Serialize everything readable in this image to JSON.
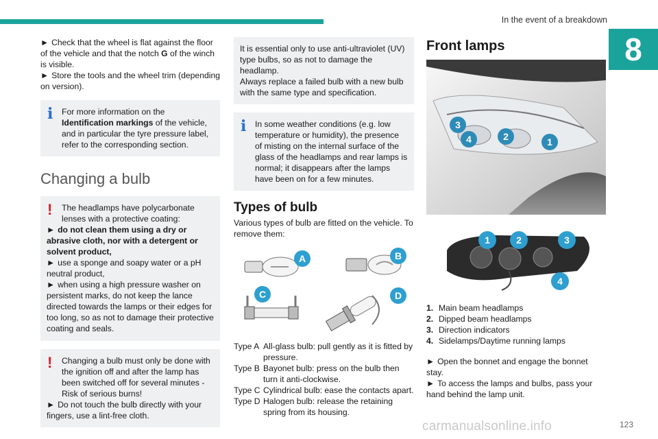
{
  "header": {
    "section_title": "In the event of a breakdown",
    "chapter_number": "8",
    "accent_color": "#1aa39a"
  },
  "col1": {
    "bullet1_pre": "Check that the wheel is flat against the floor of the vehicle and that the notch ",
    "bullet1_bold": "G",
    "bullet1_post": " of the winch is visible.",
    "bullet2": "Store the tools and the wheel trim (depending on version).",
    "arrow_glyph": "►",
    "info1_pre": "For more information on the ",
    "info1_bold": "Identification markings",
    "info1_post": " of the vehicle, and in particular the tyre pressure label, refer to the corresponding section.",
    "heading": "Changing a bulb",
    "warn1_line1": "The headlamps have polycarbonate lenses with a protective coating:",
    "warn1_bold": "do not clean them using a dry or abrasive cloth, nor with a detergent or solvent product,",
    "warn1_b2": "use a sponge and soapy water or a pH neutral product,",
    "warn1_b3": "when using a high pressure washer on persistent marks, do not keep the lance directed towards the lamps or their edges for too long, so as not to damage their protective coating and seals.",
    "warn2_line1": "Changing a bulb must only be done with the ignition off and after the lamp has been switched off for several minutes - Risk of serious burns!",
    "warn2_b1": "Do not touch the bulb directly with your fingers, use a lint-free cloth."
  },
  "col2": {
    "intro_box": "It is essential only to use anti-ultraviolet (UV) type bulbs, so as not to damage the headlamp.\nAlways replace a failed bulb with a new bulb with the same type and specification.",
    "info_box": "In some weather conditions (e.g. low temperature or humidity), the presence of misting on the internal surface of the glass of the headlamps and rear lamps is normal; it disappears after the lamps have been on for a few minutes.",
    "heading": "Types of bulb",
    "intro": "Various types of bulb are fitted on the vehicle. To remove them:",
    "bulb_labels": [
      "A",
      "B",
      "C",
      "D"
    ],
    "types": [
      {
        "key": "Type A",
        "text": "All-glass bulb: pull gently as it is fitted by pressure."
      },
      {
        "key": "Type B",
        "text": "Bayonet bulb: press on the bulb then turn it anti-clockwise."
      },
      {
        "key": "Type C",
        "text": "Cylindrical bulb: ease the contacts apart."
      },
      {
        "key": "Type D",
        "text": "Halogen bulb: release the retaining spring from its housing."
      }
    ]
  },
  "col3": {
    "heading": "Front lamps",
    "photo_labels": [
      "3",
      "4",
      "2",
      "1"
    ],
    "unit_labels": [
      "1",
      "2",
      "3",
      "4"
    ],
    "list": [
      {
        "num": "1.",
        "text": "Main beam headlamps"
      },
      {
        "num": "2.",
        "text": "Dipped beam headlamps"
      },
      {
        "num": "3.",
        "text": "Direction indicators"
      },
      {
        "num": "4.",
        "text": "Sidelamps/Daytime running lamps"
      }
    ],
    "bullet1": "Open the bonnet and engage the bonnet stay.",
    "bullet2": "To access the lamps and bulbs, pass your hand behind the lamp unit."
  },
  "footer": {
    "page_number": "123",
    "watermark": "carmanualsonline.info"
  },
  "colors": {
    "badge_blue": "#2e9fd0",
    "info_blue": "#2b6cd4",
    "warn_red": "#d8202a",
    "box_grey": "#eef0f1"
  }
}
